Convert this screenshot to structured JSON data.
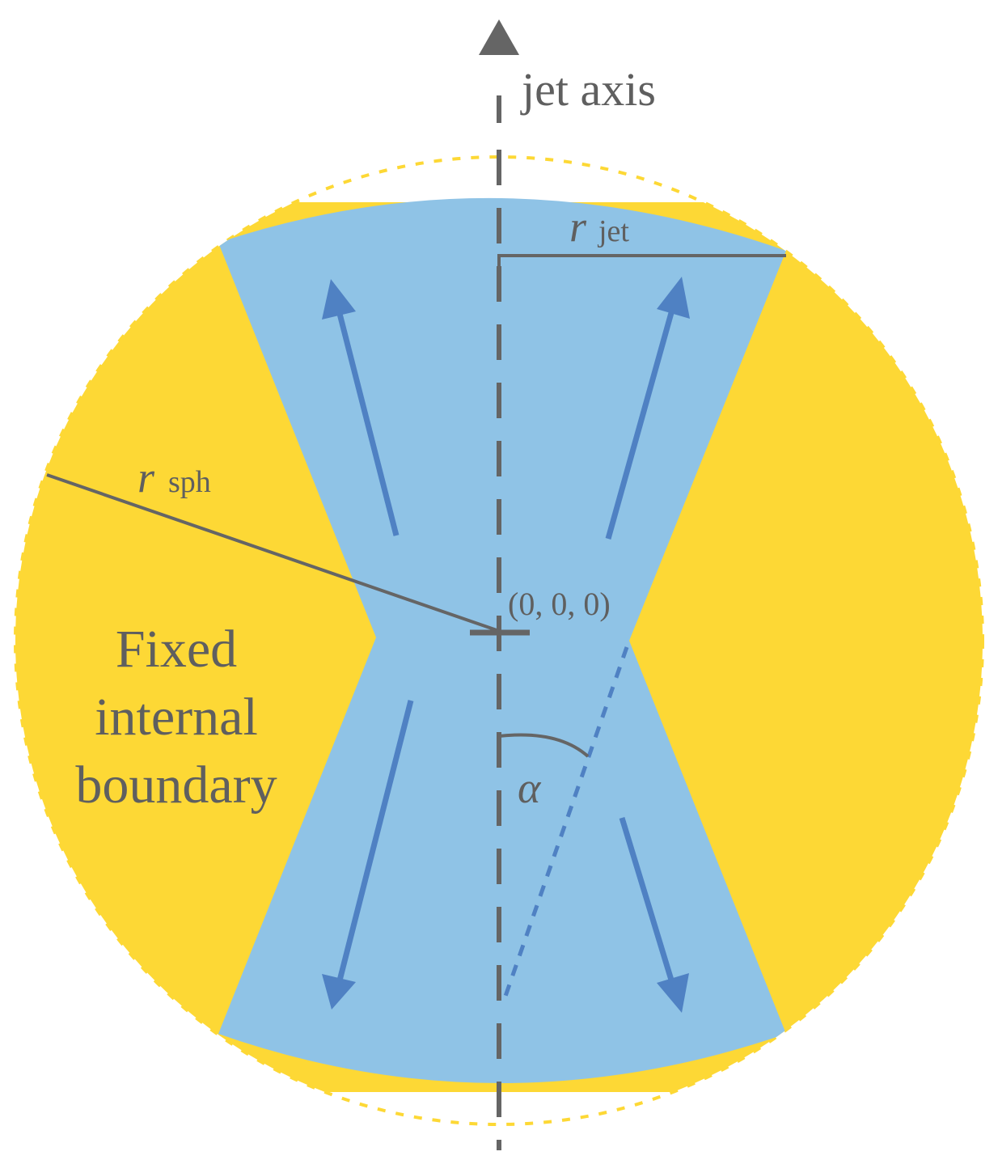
{
  "labels": {
    "jet_axis": "jet axis",
    "r_jet_symbol": "r",
    "r_jet_subscript": "jet",
    "r_sph_symbol": "r",
    "r_sph_subscript": "sph",
    "origin": "(0, 0, 0)",
    "alpha": "α",
    "fixed_boundary": [
      "Fixed",
      "internal",
      "boundary"
    ]
  },
  "colors": {
    "sphere_fill": "#fdd835",
    "jet_fill": "#8fc3e6",
    "flow_arrow": "#4f81c3",
    "axis": "#656565",
    "annotation": "#5f5f5f"
  }
}
